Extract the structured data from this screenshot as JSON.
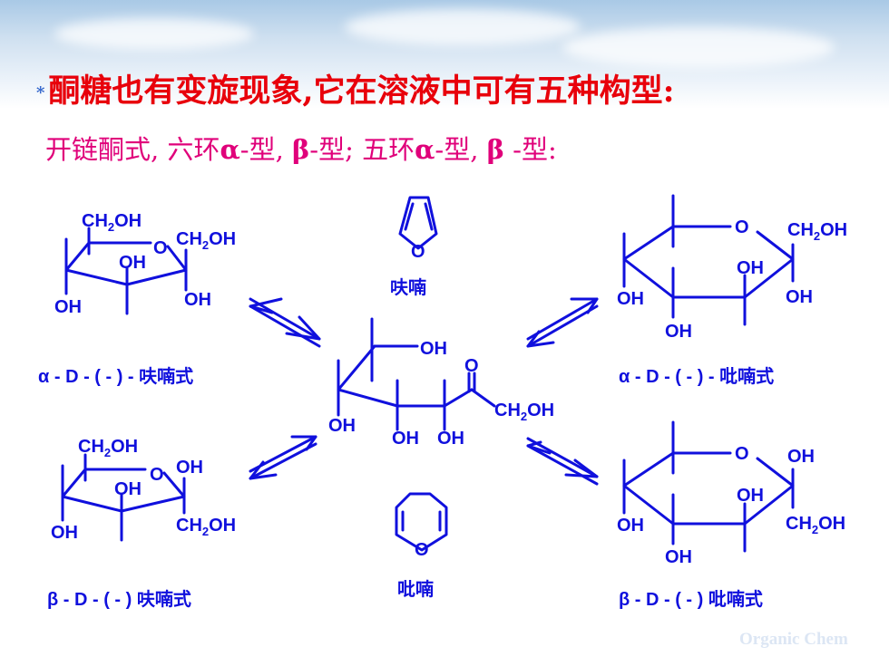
{
  "title": {
    "bullet": "*",
    "line1": "酮糖也有变旋现象,它在溶液中可有五种构型:",
    "line2_parts": [
      "开链酮式, 六环",
      "α",
      "-型, ",
      "β",
      "-型; 五环",
      "α",
      "-型, ",
      "β",
      " -型:"
    ]
  },
  "structures": {
    "furan_caption": "呋喃",
    "pyran_caption": "吡喃",
    "alpha_furanose": "α - D - ( - ) - 呋喃式",
    "beta_furanose": "β - D - ( - ) 呋喃式",
    "alpha_pyranose": "α - D - ( - ) - 吡喃式",
    "beta_pyranose": "β - D - ( - ) 吡喃式",
    "atoms": {
      "o": "O",
      "oh": "OH",
      "ch2oh_main": "CH",
      "ch2oh_sub": "2",
      "ch2oh_tail": "OH"
    }
  },
  "watermark": "Organic Chem",
  "colors": {
    "title1": "#e8000b",
    "title2": "#e0007a",
    "structure": "#1010dd"
  }
}
